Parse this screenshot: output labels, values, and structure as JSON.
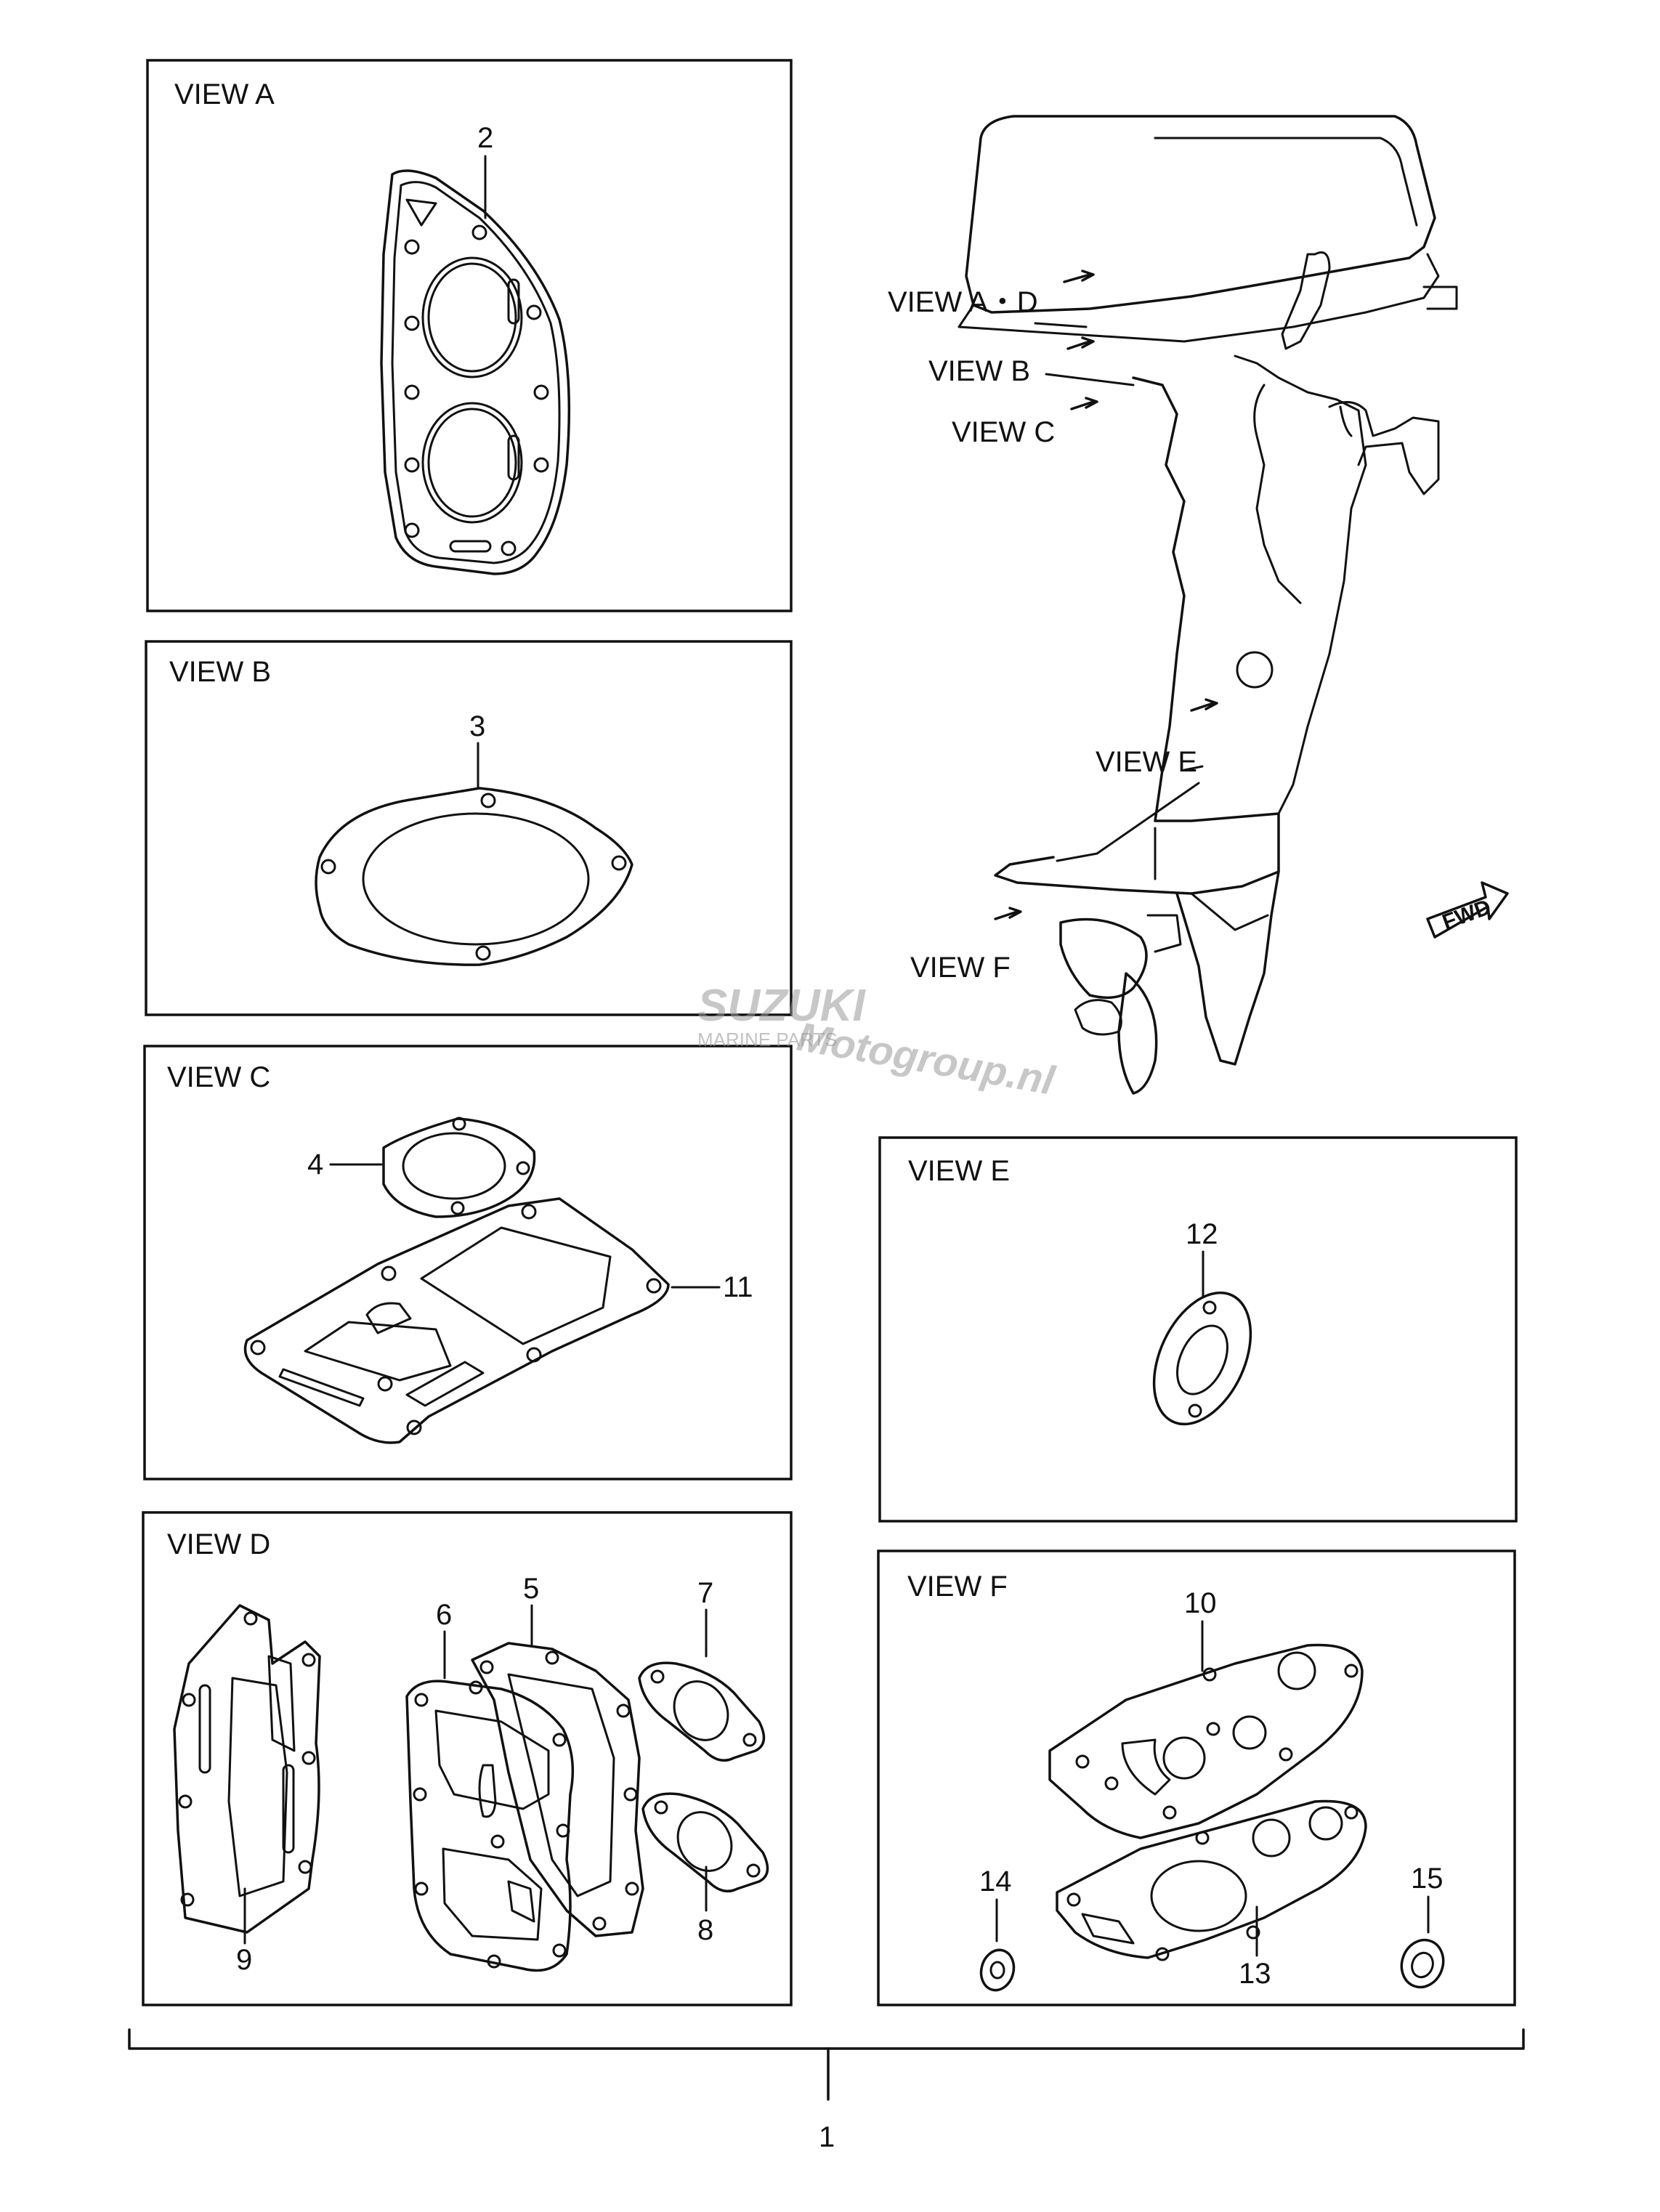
{
  "views": {
    "a": {
      "title": "VIEW A"
    },
    "b": {
      "title": "VIEW B"
    },
    "c": {
      "title": "VIEW C"
    },
    "d": {
      "title": "VIEW D"
    },
    "e": {
      "title": "VIEW E"
    },
    "f": {
      "title": "VIEW F"
    }
  },
  "engine_labels": {
    "ad": "VIEW A・D",
    "b": "VIEW B",
    "c": "VIEW C",
    "e": "VIEW E",
    "f": "VIEW F"
  },
  "callouts": {
    "p1": "1",
    "p2": "2",
    "p3": "3",
    "p4": "4",
    "p5": "5",
    "p6": "6",
    "p7": "7",
    "p8": "8",
    "p9": "9",
    "p10": "10",
    "p11": "11",
    "p12": "12",
    "p13": "13",
    "p14": "14",
    "p15": "15"
  },
  "fwd_label": "FWD",
  "watermark": {
    "brand": "SUZUKI",
    "sub": "MARINE PARTS",
    "site": "Motogroup.nl"
  }
}
